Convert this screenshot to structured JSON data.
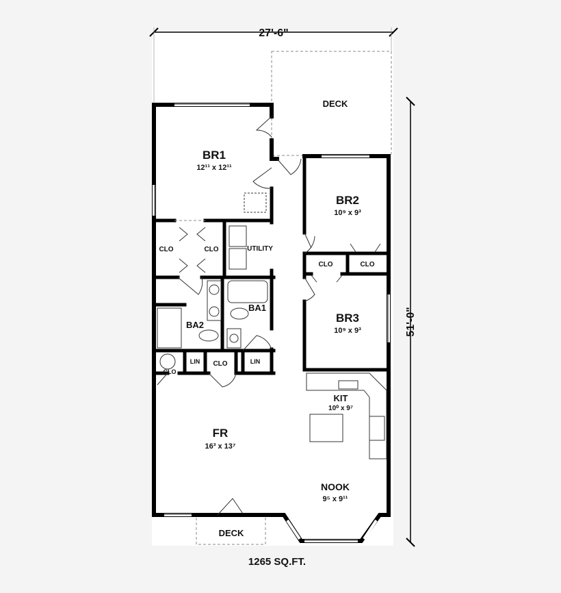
{
  "dimensions": {
    "width": "27'-6\"",
    "depth": "51'-0\""
  },
  "total_area": "1265 SQ.FT.",
  "rooms": {
    "deck_top": {
      "name": "DECK"
    },
    "br1": {
      "name": "BR1",
      "size": "12¹¹ x 12¹¹"
    },
    "br2": {
      "name": "BR2",
      "size": "10⁹ x 9³"
    },
    "br3": {
      "name": "BR3",
      "size": "10⁹ x 9³"
    },
    "clo_br1_left": {
      "name": "CLO"
    },
    "clo_br1_right": {
      "name": "CLO"
    },
    "utility": {
      "name": "UTILITY"
    },
    "clo_br2": {
      "name": "CLO"
    },
    "clo_br3": {
      "name": "CLO"
    },
    "ba1": {
      "name": "BA1"
    },
    "ba2": {
      "name": "BA2"
    },
    "clo_wh": {
      "name": "CLO"
    },
    "lin_left": {
      "name": "LIN"
    },
    "clo_hall": {
      "name": "CLO"
    },
    "lin_right": {
      "name": "LIN"
    },
    "kit": {
      "name": "KIT",
      "size": "10⁰ x 9⁷"
    },
    "fr": {
      "name": "FR",
      "size": "16³ x 13⁷"
    },
    "nook": {
      "name": "NOOK",
      "size": "9⁵ x 9¹¹"
    },
    "deck_bottom": {
      "name": "DECK"
    }
  },
  "colors": {
    "wall": "#000000",
    "background": "#f4f4f4",
    "plan": "#ffffff"
  }
}
